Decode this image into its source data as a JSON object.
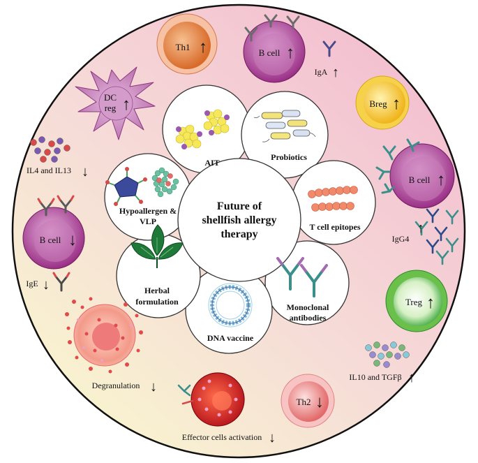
{
  "center": {
    "line1": "Future of",
    "line2": "shellfish allergy",
    "line3": "therapy"
  },
  "therapies": {
    "ait": "AIT",
    "probiotics": "Probiotics",
    "t_cell_epitopes": "T cell epitopes",
    "monoclonal_line1": "Monoclonal",
    "monoclonal_line2": "antibodies",
    "dna_vaccine": "DNA vaccine",
    "herbal_line1": "Herbal",
    "herbal_line2": "formulation",
    "hypo_line1": "Hypoallergen &",
    "hypo_line2": "VLP"
  },
  "cells": {
    "th1": "Th1",
    "b_cell_top": "B cell",
    "iga": "IgA",
    "breg": "Breg",
    "b_cell_right": "B cell",
    "igg4": "IgG4",
    "treg": "Treg",
    "il10": "IL10 and TGFβ",
    "th2": "Th2",
    "effector": "Effector cells activation",
    "degranulation": "Degranulation",
    "ige": "IgE",
    "b_cell_left": "B cell",
    "il4": "IL4 and IL13",
    "dc_line1": "DC",
    "dc_line2": "reg"
  },
  "arrows": {
    "up": "↑",
    "down": "↓"
  },
  "colors": {
    "background_pink": "#f4c6d4",
    "background_yellow": "#f7f1c8",
    "th1": "#e8894a",
    "b_cell": "#a13d8e",
    "breg": "#f2c43a",
    "treg": "#4cba4a",
    "th2": "#ee8a8a",
    "mast_cell": "#e43a3a",
    "dc": "#c47db6"
  }
}
